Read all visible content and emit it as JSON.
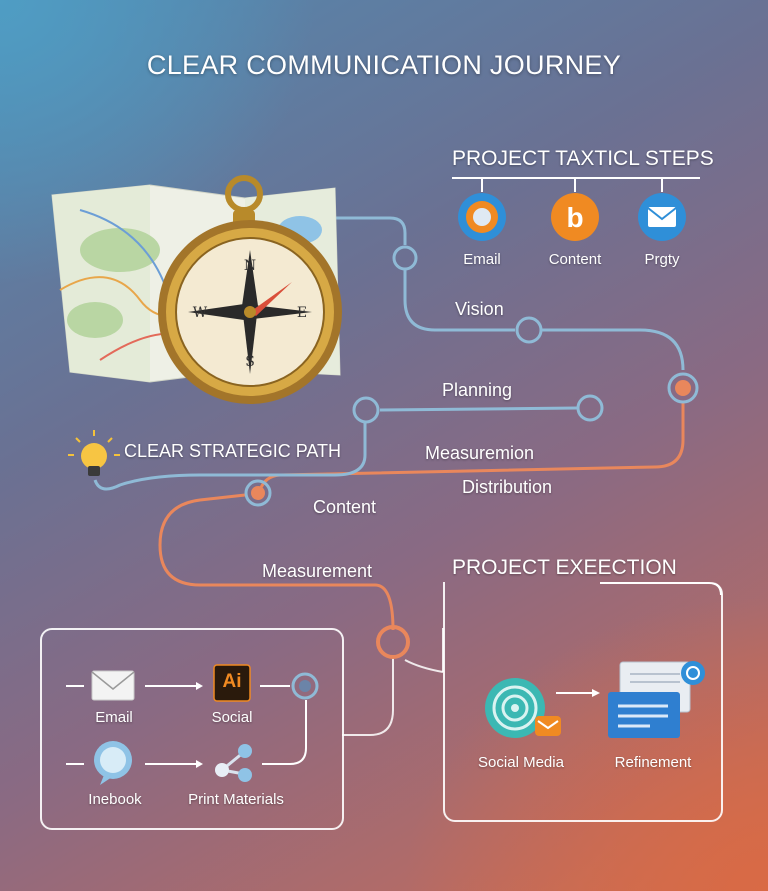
{
  "title": "CLEAR COMMUNICATION JOURNEY",
  "tactical": {
    "heading": "PROJECT TAXTICL STEPS",
    "items": [
      {
        "label": "Email",
        "icon": "target-icon"
      },
      {
        "label": "Content",
        "icon": "blogger-icon"
      },
      {
        "label": "Prgty",
        "icon": "mail-icon"
      }
    ]
  },
  "path": {
    "vision": "Vision",
    "planning": "Planning",
    "strategic": "CLEAR STRATEGIC PATH",
    "measuremion": "Measuremion",
    "distribution": "Distribution",
    "content": "Content",
    "measurement": "Measurement"
  },
  "left_panel": {
    "email": "Email",
    "social": "Social",
    "ai_glyph": "Ai",
    "inebook": "Inebook",
    "print": "Print Materials"
  },
  "execution": {
    "heading": "PROJECT EXEECTION",
    "social_media": "Social Media",
    "refinement": "Refinement"
  },
  "colors": {
    "path_blue": "#8fbad6",
    "path_orange": "#e9875c",
    "accent_blue": "#2f8fd8",
    "accent_orange": "#f08a22"
  }
}
